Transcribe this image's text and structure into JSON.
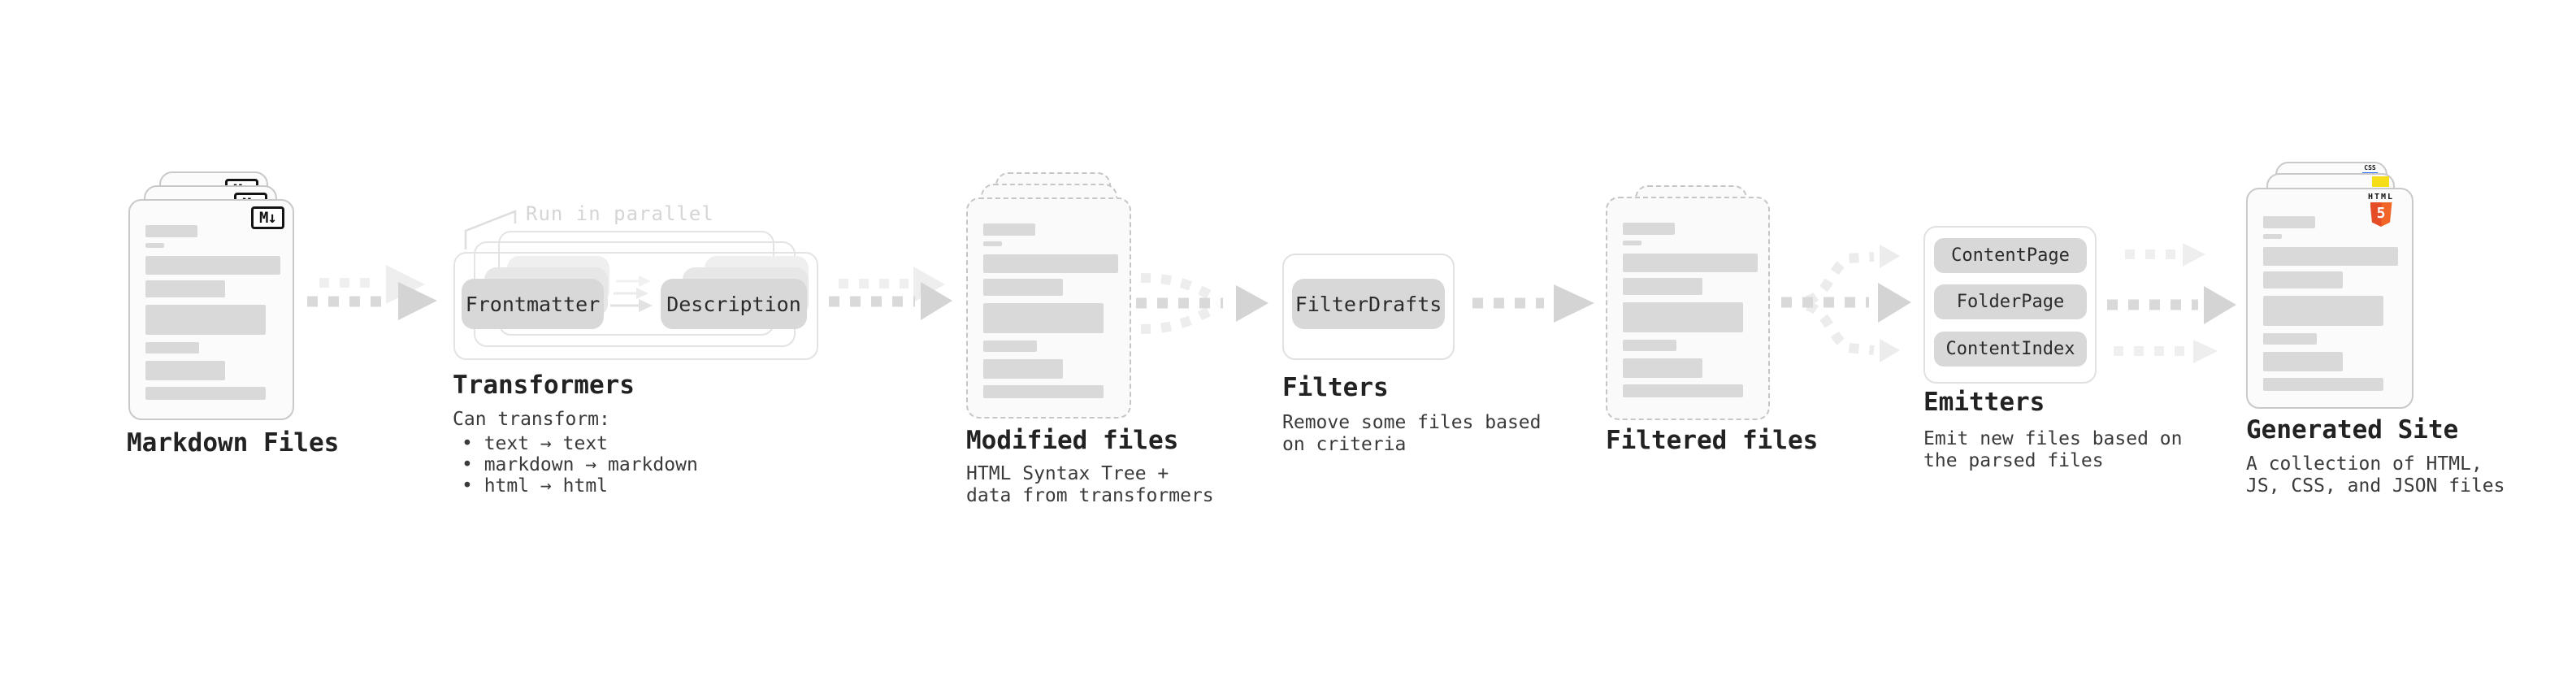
{
  "pipeline": {
    "markdown_files": {
      "label": "Markdown Files",
      "badge": "M↓"
    },
    "transformers": {
      "note": "Run in parallel",
      "step1": "Frontmatter",
      "step2": "Description",
      "label": "Transformers",
      "caption_title": "Can transform:",
      "bullets": [
        "• text → text",
        "• markdown → markdown",
        "• html → html"
      ]
    },
    "modified_files": {
      "label": "Modified files",
      "caption_line1": "HTML Syntax Tree +",
      "caption_line2": "data from transformers"
    },
    "filters": {
      "step1": "FilterDrafts",
      "label": "Filters",
      "caption_line1": "Remove some files based",
      "caption_line2": "on criteria"
    },
    "filtered_files": {
      "label": "Filtered files"
    },
    "emitters": {
      "steps": [
        "ContentPage",
        "FolderPage",
        "ContentIndex"
      ],
      "label": "Emitters",
      "caption_line1": "Emit new files based on",
      "caption_line2": "the parsed files"
    },
    "generated_site": {
      "label": "Generated Site",
      "caption_line1": "A collection of HTML,",
      "caption_line2": "JS, CSS, and JSON files",
      "badge_html": "HTML",
      "badge_html_num": "5",
      "badge_css": "CSS"
    }
  },
  "colors": {
    "html5_orange": "#e44d26",
    "js_yellow": "#f5de19",
    "css_blue": "#2b6bf3",
    "arrow_dark": "#d4d4d4",
    "arrow_light": "#ededed"
  }
}
